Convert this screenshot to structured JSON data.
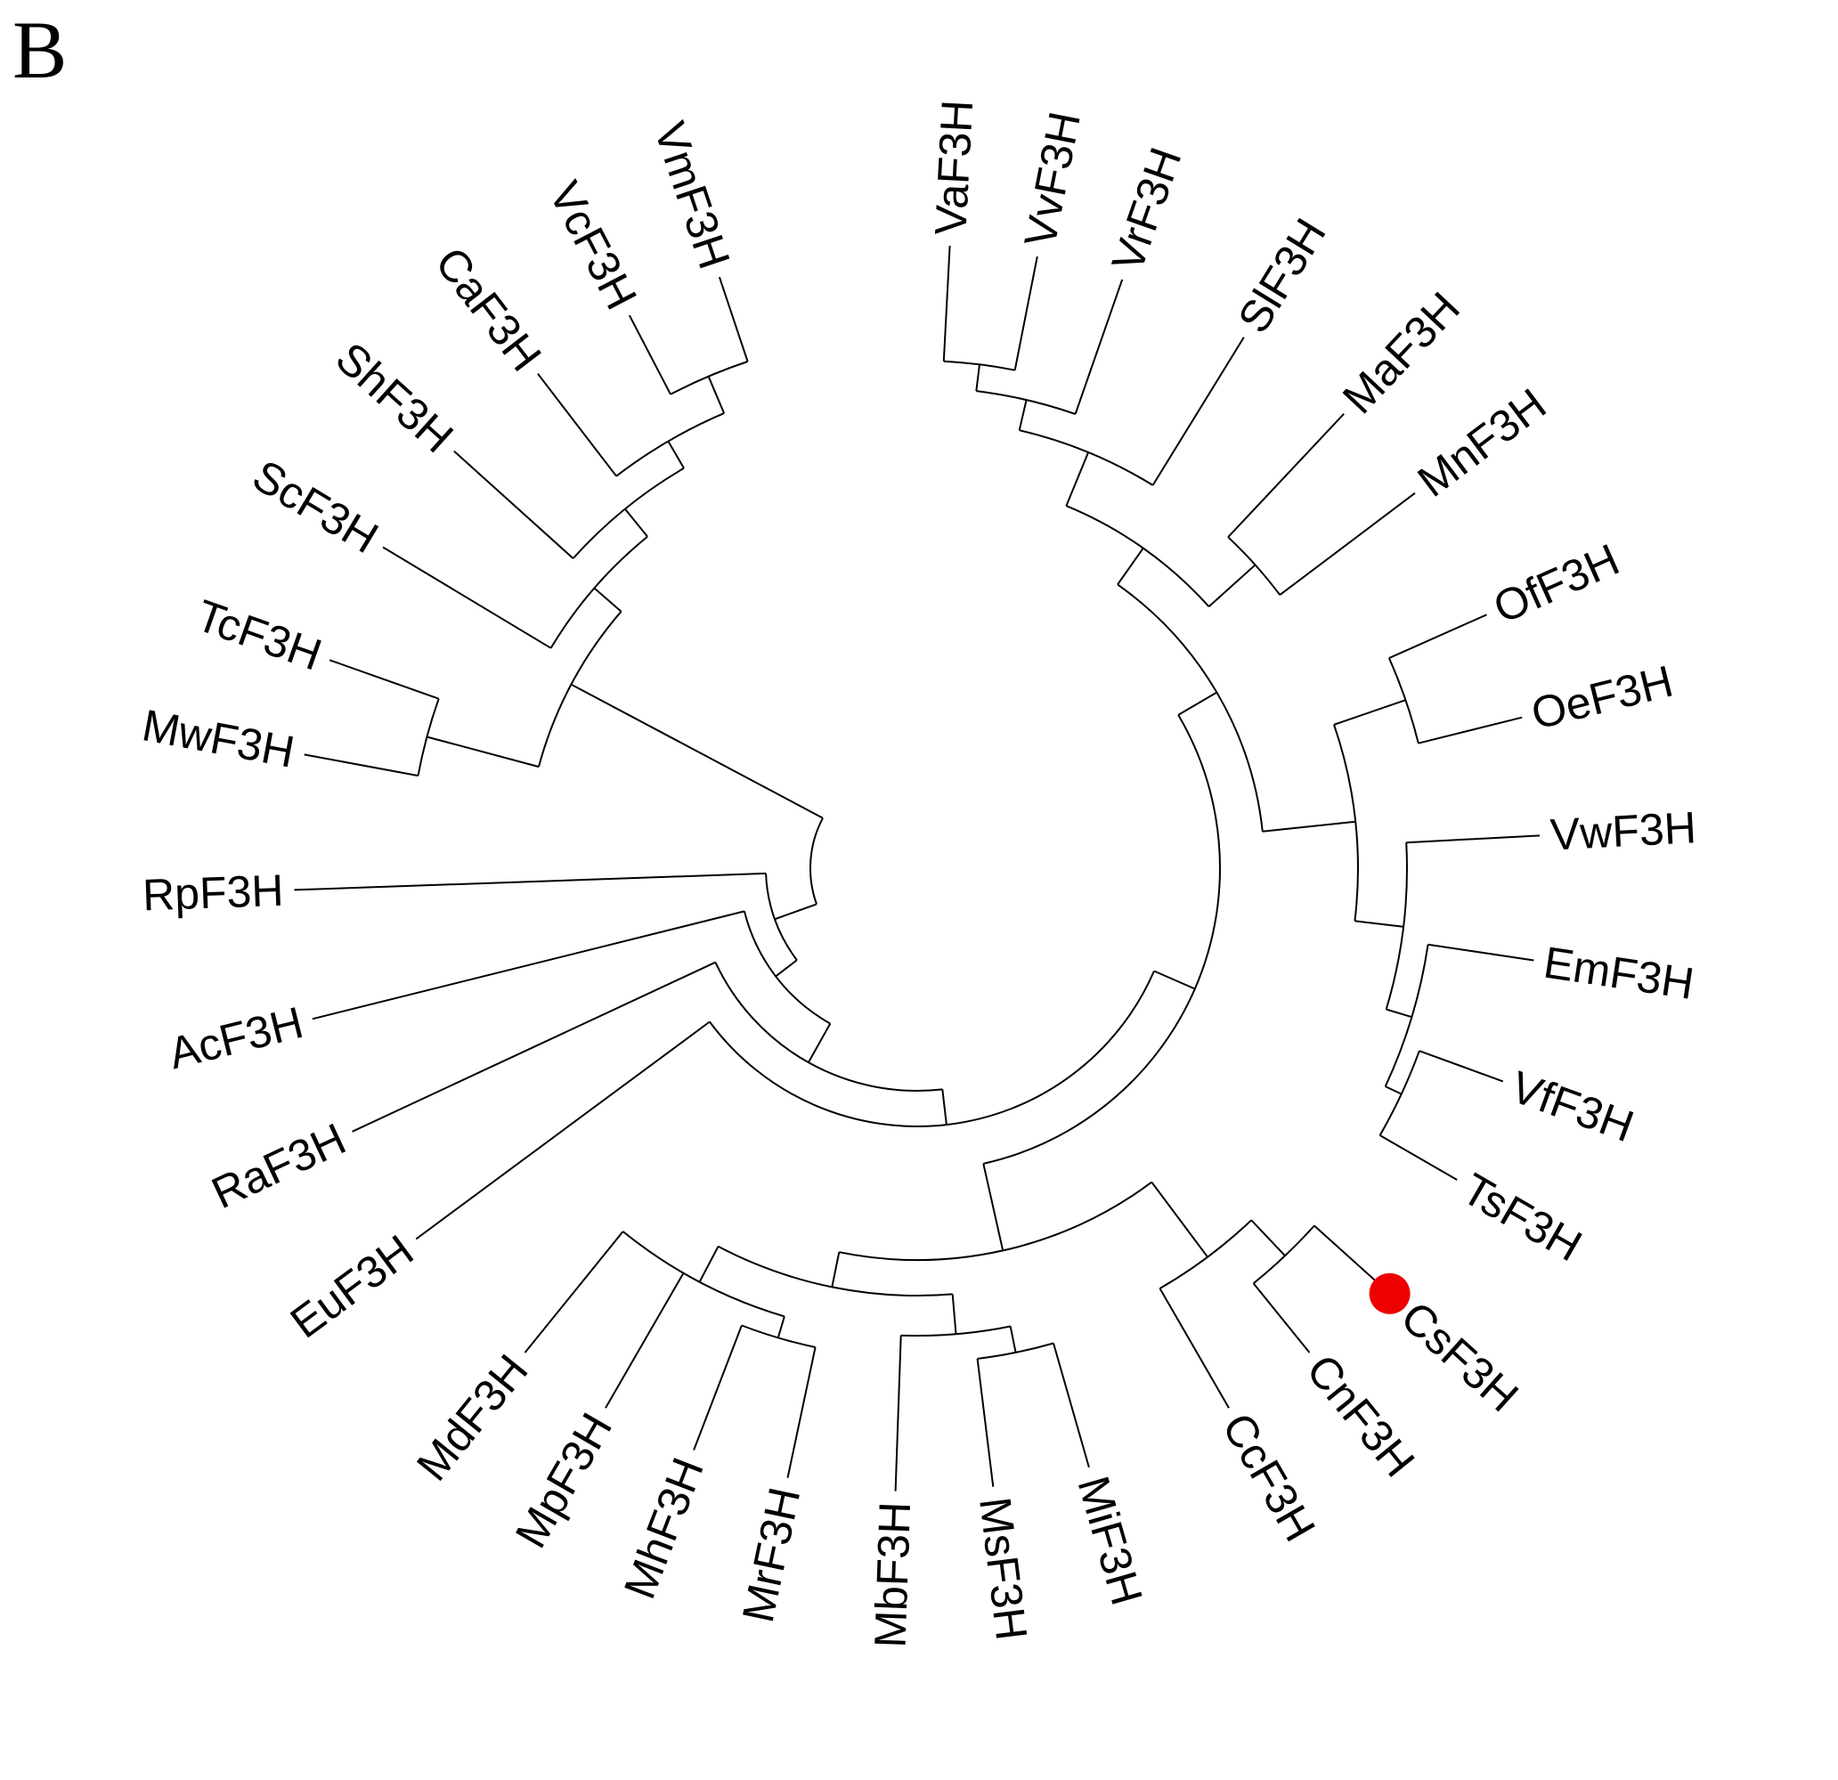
{
  "panel_label": "B",
  "tree": {
    "highlight_color": "#ee0000",
    "branch_color": "#000000",
    "highlighted_leaf": "CsF3H",
    "leaves": [
      {
        "label": "VaF3H",
        "angle": -87.0
      },
      {
        "label": "VvF3H",
        "angle": -78.9
      },
      {
        "label": "VrF3H",
        "angle": -70.8
      },
      {
        "label": "SlF3H",
        "angle": -58.4
      },
      {
        "label": "MaF3H",
        "angle": -46.8
      },
      {
        "label": "MnF3H",
        "angle": -37.0
      },
      {
        "label": "OfF3H",
        "angle": -24.0
      },
      {
        "label": "OeF3H",
        "angle": -14.0
      },
      {
        "label": "VwF3H",
        "angle": -3.0
      },
      {
        "label": "EmF3H",
        "angle": 8.5
      },
      {
        "label": "VfF3H",
        "angle": 20.0
      },
      {
        "label": "TsF3H",
        "angle": 30.0
      },
      {
        "label": "CsF3H",
        "angle": 42.0
      },
      {
        "label": "CnF3H",
        "angle": 51.0
      },
      {
        "label": "CcF3H",
        "angle": 60.0
      },
      {
        "label": "MiF3H",
        "angle": 74.0
      },
      {
        "label": "MsF3H",
        "angle": 83.0
      },
      {
        "label": "MbF3H",
        "angle": 92.0
      },
      {
        "label": "MrF3H",
        "angle": 102.0
      },
      {
        "label": "MhF3H",
        "angle": 111.0
      },
      {
        "label": "MpF3H",
        "angle": 120.0
      },
      {
        "label": "MdF3H",
        "angle": 129.0
      },
      {
        "label": "EuF3H",
        "angle": 143.5
      },
      {
        "label": "RaF3H",
        "angle": 155.0
      },
      {
        "label": "AcF3H",
        "angle": 166.0
      },
      {
        "label": "RpF3H",
        "angle": 178.0
      },
      {
        "label": "MwF3H",
        "angle": 190.5
      },
      {
        "label": "TcF3H",
        "angle": 199.5
      },
      {
        "label": "ScF3H",
        "angle": 211.0
      },
      {
        "label": "ShF3H",
        "angle": 222.0
      },
      {
        "label": "CaF3H",
        "angle": 232.5
      },
      {
        "label": "VcF3H",
        "angle": 242.5
      },
      {
        "label": "VmF3H",
        "angle": 251.5
      }
    ],
    "clades": [
      {
        "members": [
          "VaF3H",
          "VvF3H"
        ],
        "radius": 570
      },
      {
        "members": [
          "VaF3H",
          "VvF3H",
          "VrF3H"
        ],
        "radius": 540
      },
      {
        "members": [
          "VaF3H",
          "VvF3H",
          "VrF3H",
          "SlF3H"
        ],
        "radius": 505
      },
      {
        "members": [
          "MaF3H",
          "MnF3H"
        ],
        "radius": 510
      },
      {
        "members": [
          "VaF3H",
          "VvF3H",
          "VrF3H",
          "SlF3H",
          "MaF3H",
          "MnF3H"
        ],
        "radius": 440
      },
      {
        "members": [
          "OfF3H",
          "OeF3H"
        ],
        "radius": 580
      },
      {
        "members": [
          "VfF3H",
          "TsF3H"
        ],
        "radius": 600
      },
      {
        "members": [
          "EmF3H",
          "VfF3H",
          "TsF3H"
        ],
        "radius": 580
      },
      {
        "members": [
          "VwF3H",
          "EmF3H",
          "VfF3H",
          "TsF3H"
        ],
        "radius": 550
      },
      {
        "members": [
          "OfF3H",
          "OeF3H",
          "VwF3H",
          "EmF3H",
          "VfF3H",
          "TsF3H"
        ],
        "radius": 495
      },
      {
        "members": [
          "VaF3H",
          "VvF3H",
          "VrF3H",
          "SlF3H",
          "MaF3H",
          "MnF3H",
          "OfF3H",
          "OeF3H",
          "VwF3H",
          "EmF3H",
          "VfF3H",
          "TsF3H"
        ],
        "radius": 390
      },
      {
        "members": [
          "CsF3H",
          "CnF3H"
        ],
        "radius": 600
      },
      {
        "members": [
          "CsF3H",
          "CnF3H",
          "CcF3H"
        ],
        "radius": 545
      },
      {
        "members": [
          "MiF3H",
          "MsF3H"
        ],
        "radius": 555
      },
      {
        "members": [
          "MiF3H",
          "MsF3H",
          "MbF3H"
        ],
        "radius": 525
      },
      {
        "members": [
          "MrF3H",
          "MhF3H"
        ],
        "radius": 550
      },
      {
        "members": [
          "MrF3H",
          "MhF3H",
          "MpF3H",
          "MdF3H"
        ],
        "radius": 525
      },
      {
        "members": [
          "MiF3H",
          "MsF3H",
          "MbF3H",
          "MrF3H",
          "MhF3H",
          "MpF3H",
          "MdF3H"
        ],
        "radius": 480
      },
      {
        "members": [
          "CsF3H",
          "CnF3H",
          "CcF3H",
          "MiF3H",
          "MsF3H",
          "MbF3H",
          "MrF3H",
          "MhF3H",
          "MpF3H",
          "MdF3H"
        ],
        "radius": 440
      },
      {
        "members": [
          "VaF3H",
          "VvF3H",
          "VrF3H",
          "SlF3H",
          "MaF3H",
          "MnF3H",
          "OfF3H",
          "OeF3H",
          "VwF3H",
          "EmF3H",
          "VfF3H",
          "TsF3H",
          "CsF3H",
          "CnF3H",
          "CcF3H",
          "MiF3H",
          "MsF3H",
          "MbF3H",
          "MrF3H",
          "MhF3H",
          "MpF3H",
          "MdF3H"
        ],
        "radius": 340
      },
      {
        "members": [
          "VaF3H",
          "VvF3H",
          "VrF3H",
          "SlF3H",
          "MaF3H",
          "MnF3H",
          "OfF3H",
          "OeF3H",
          "VwF3H",
          "EmF3H",
          "VfF3H",
          "TsF3H",
          "CsF3H",
          "CnF3H",
          "CcF3H",
          "MiF3H",
          "MsF3H",
          "MbF3H",
          "MrF3H",
          "MhF3H",
          "MpF3H",
          "MdF3H",
          "EuF3H"
        ],
        "radius": 290
      },
      {
        "members": [
          "VaF3H",
          "VvF3H",
          "VrF3H",
          "SlF3H",
          "MaF3H",
          "MnF3H",
          "OfF3H",
          "OeF3H",
          "VwF3H",
          "EmF3H",
          "VfF3H",
          "TsF3H",
          "CsF3H",
          "CnF3H",
          "CcF3H",
          "MiF3H",
          "MsF3H",
          "MbF3H",
          "MrF3H",
          "MhF3H",
          "MpF3H",
          "MdF3H",
          "EuF3H",
          "RaF3H"
        ],
        "radius": 250
      },
      {
        "members": [
          "VaF3H",
          "VvF3H",
          "VrF3H",
          "SlF3H",
          "MaF3H",
          "MnF3H",
          "OfF3H",
          "OeF3H",
          "VwF3H",
          "EmF3H",
          "VfF3H",
          "TsF3H",
          "CsF3H",
          "CnF3H",
          "CcF3H",
          "MiF3H",
          "MsF3H",
          "MbF3H",
          "MrF3H",
          "MhF3H",
          "MpF3H",
          "MdF3H",
          "EuF3H",
          "RaF3H",
          "AcF3H"
        ],
        "radius": 200
      },
      {
        "members": [
          "VaF3H",
          "VvF3H",
          "VrF3H",
          "SlF3H",
          "MaF3H",
          "MnF3H",
          "OfF3H",
          "OeF3H",
          "VwF3H",
          "EmF3H",
          "VfF3H",
          "TsF3H",
          "CsF3H",
          "CnF3H",
          "CcF3H",
          "MiF3H",
          "MsF3H",
          "MbF3H",
          "MrF3H",
          "MhF3H",
          "MpF3H",
          "MdF3H",
          "EuF3H",
          "RaF3H",
          "AcF3H",
          "RpF3H"
        ],
        "radius": 170
      },
      {
        "members": [
          "CaF3H",
          "VcF3H",
          "VmF3H"
        ],
        "radius": 555
      },
      {
        "members": [
          "VcF3H",
          "VmF3H"
        ],
        "radius": 600
      },
      {
        "members": [
          "ShF3H",
          "CaF3H",
          "VcF3H",
          "VmF3H"
        ],
        "radius": 520
      },
      {
        "members": [
          "ScF3H",
          "ShF3H",
          "CaF3H",
          "VcF3H",
          "VmF3H"
        ],
        "radius": 480
      },
      {
        "members": [
          "MwF3H",
          "TcF3H"
        ],
        "radius": 570
      },
      {
        "members": [
          "MwF3H",
          "TcF3H",
          "ScF3H",
          "ShF3H",
          "CaF3H",
          "VcF3H",
          "VmF3H"
        ],
        "radius": 440
      },
      {
        "members": [
          "VaF3H",
          "VvF3H",
          "VrF3H",
          "SlF3H",
          "MaF3H",
          "MnF3H",
          "OfF3H",
          "OeF3H",
          "VwF3H",
          "EmF3H",
          "VfF3H",
          "TsF3H",
          "CsF3H",
          "CnF3H",
          "CcF3H",
          "MiF3H",
          "MsF3H",
          "MbF3H",
          "MrF3H",
          "MhF3H",
          "MpF3H",
          "MdF3H",
          "EuF3H",
          "RaF3H",
          "AcF3H",
          "RpF3H",
          "MwF3H",
          "TcF3H",
          "ScF3H",
          "ShF3H",
          "CaF3H",
          "VcF3H",
          "VmF3H"
        ],
        "radius": 120
      }
    ]
  }
}
